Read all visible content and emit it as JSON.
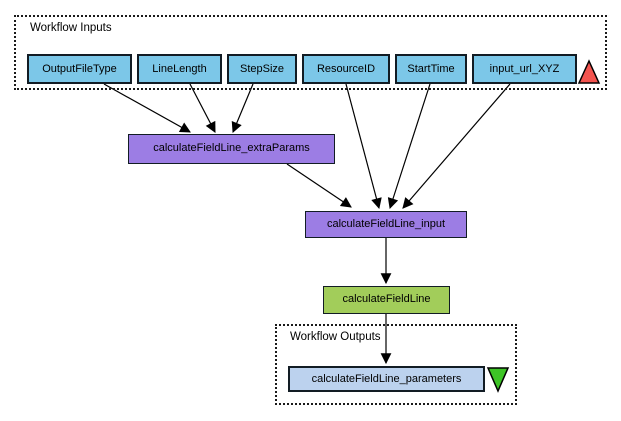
{
  "groups": {
    "inputs": {
      "label": "Workflow Inputs"
    },
    "outputs": {
      "label": "Workflow Outputs"
    }
  },
  "input_ports": [
    {
      "label": "OutputFileType"
    },
    {
      "label": "LineLength"
    },
    {
      "label": "StepSize"
    },
    {
      "label": "ResourceID"
    },
    {
      "label": "StartTime"
    },
    {
      "label": "input_url_XYZ"
    }
  ],
  "processors": {
    "extra_params": {
      "label": "calculateFieldLine_extraParams"
    },
    "input": {
      "label": "calculateFieldLine_input"
    },
    "main": {
      "label": "calculateFieldLine"
    }
  },
  "output_ports": [
    {
      "label": "calculateFieldLine_parameters"
    }
  ],
  "icons": {
    "input_triangle": "red-up-triangle",
    "output_triangle": "green-down-triangle"
  },
  "colors": {
    "port_fill": "#7cc7e8",
    "processor_purple": "#9c7de4",
    "processor_green": "#a2cd5a",
    "output_fill": "#bcd2ee",
    "triangle_red": "#f3544f",
    "triangle_green": "#3dc426",
    "edge": "#000000"
  }
}
